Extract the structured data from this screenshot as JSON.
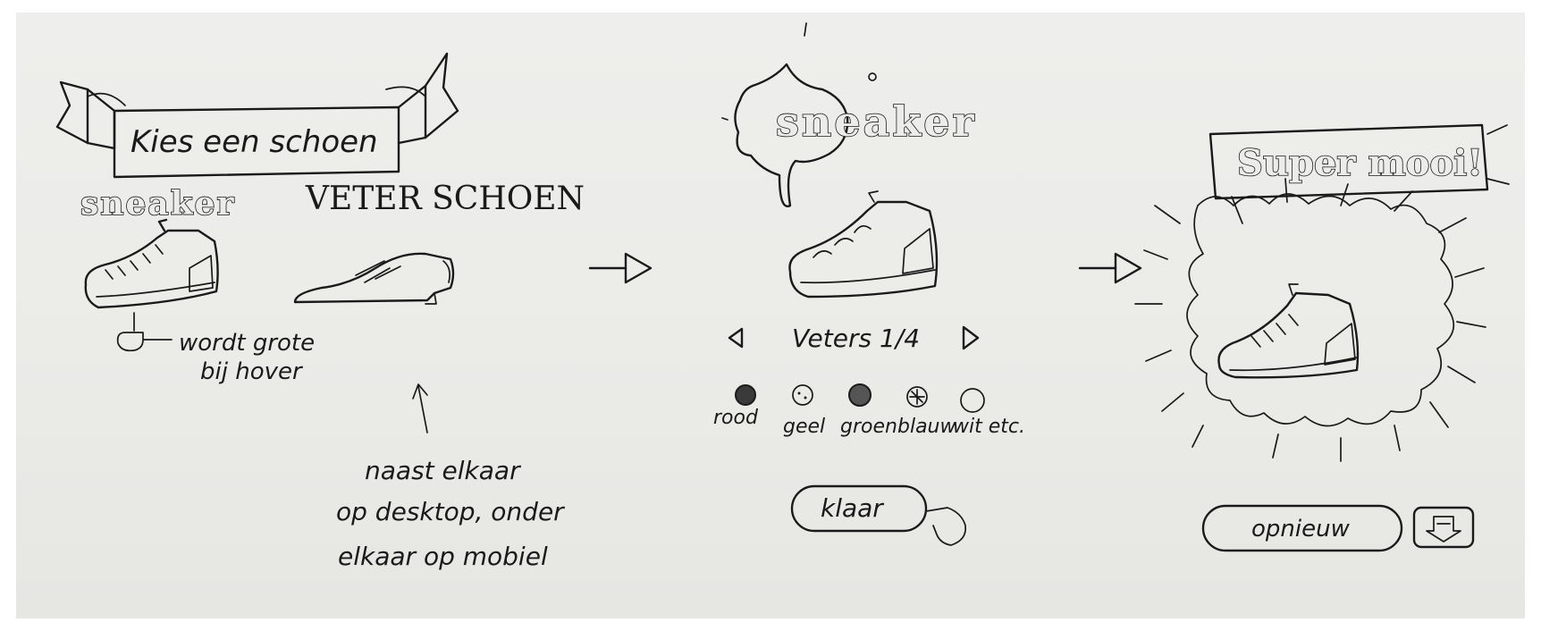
{
  "panel1": {
    "banner_title": "Kies een schoen",
    "option_sneaker": "sneaker",
    "option_veterschoen": "VETER SCHOEN",
    "hover_note_line1": "wordt grote",
    "hover_note_line2": "bij hover",
    "layout_note_line1": "naast elkaar",
    "layout_note_line2": "op desktop, onder",
    "layout_note_line3": "elkaar op mobiel"
  },
  "panel2": {
    "title": "sneaker",
    "step_label": "Veters 1/4",
    "colors": [
      {
        "label": "rood"
      },
      {
        "label": "geel"
      },
      {
        "label": "groen"
      },
      {
        "label": "blauw"
      },
      {
        "label": "wit etc."
      }
    ],
    "done_button": "klaar"
  },
  "panel3": {
    "banner_title": "Super mooi!",
    "restart_button": "opnieuw"
  },
  "icons": {
    "arrow": "flow-arrow-icon",
    "pointing_hand": "pointing-hand-icon",
    "download": "download-icon"
  }
}
